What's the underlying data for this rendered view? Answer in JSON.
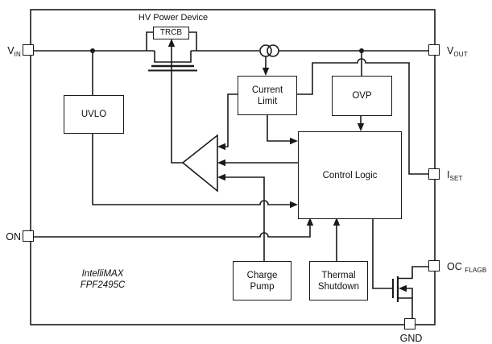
{
  "figure": {
    "hv_label": "HV Power Device",
    "device_note": {
      "line1": "IntelliMAX",
      "line2": "FPF2495C"
    },
    "blocks": {
      "trcb": {
        "label": "TRCB"
      },
      "uvlo": {
        "label": "UVLO"
      },
      "current_limit": {
        "line1": "Current",
        "line2": "Limit"
      },
      "ovp": {
        "label": "OVP"
      },
      "control_logic": {
        "label": "Control Logic"
      },
      "charge_pump": {
        "line1": "Charge",
        "line2": "Pump"
      },
      "thermal_shutdown": {
        "line1": "Thermal",
        "line2": "Shutdown"
      }
    },
    "pins": {
      "vin": {
        "base": "V",
        "sub": "IN"
      },
      "vout": {
        "base": "V",
        "sub": "OUT"
      },
      "on": {
        "base": "ON",
        "sub": ""
      },
      "iset": {
        "base": "I",
        "sub": "SET"
      },
      "oc_flagb": {
        "base": "OC",
        "sub": "FLAGB"
      },
      "gnd": {
        "base": "GND",
        "sub": ""
      }
    },
    "colors": {
      "line": "#1a1a1a",
      "background": "#ffffff"
    }
  }
}
